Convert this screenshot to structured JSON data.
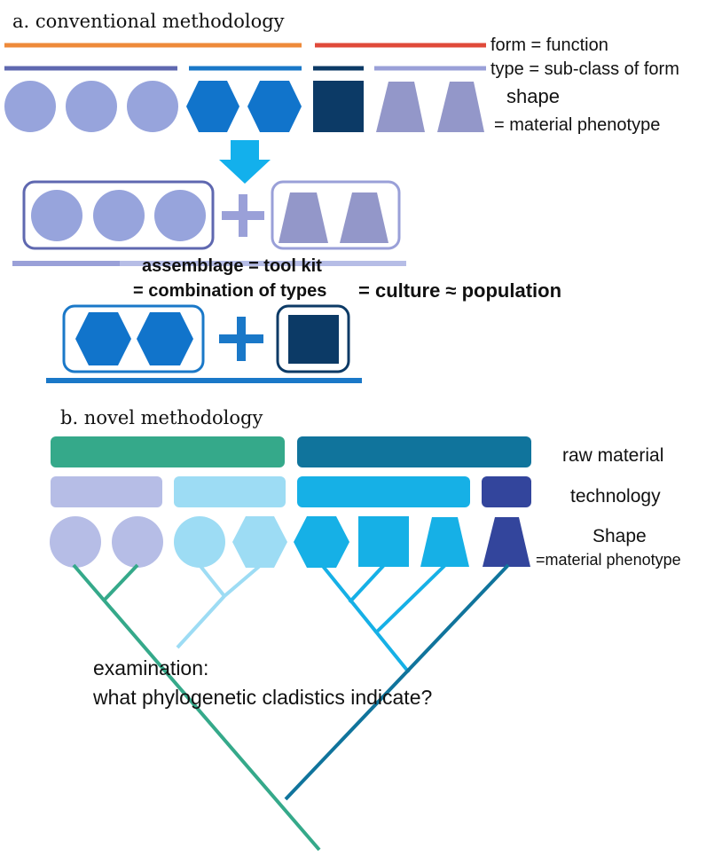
{
  "section_a": {
    "heading": "a. conventional methodology",
    "legend": {
      "form": "form = function",
      "type": "type = sub-class of form",
      "shape": "shape",
      "phenotype": "= material phenotype"
    },
    "assemblage_line1": "assemblage = tool kit",
    "assemblage_line2": "= combination of types",
    "culture": "= culture ≈ population"
  },
  "section_b": {
    "heading": "b. novel methodology",
    "raw_material": "raw material",
    "technology": "technology",
    "shape": "Shape",
    "phenotype": "=material phenotype",
    "examination_line1": "examination:",
    "examination_line2": "what phylogenetic cladistics indicate?"
  },
  "colors": {
    "orange": "#ee8a3a",
    "red": "#e04a3a",
    "indigo_line": "#5f68b0",
    "blue_line": "#1a78c8",
    "navy": "#0c3a66",
    "periwinkle_line": "#9aa0d8",
    "circle": "#97a4dc",
    "hexagon": "#1174cb",
    "trapezoid": "#9397c9",
    "green": "#35a98a",
    "teal": "#10749c",
    "pale_lavender": "#b6bde6",
    "pale_sky": "#9ddcf4",
    "sky": "#16b0e6",
    "deep_blue": "#33459c",
    "arrow": "#13b0ec",
    "text": "#111111"
  }
}
